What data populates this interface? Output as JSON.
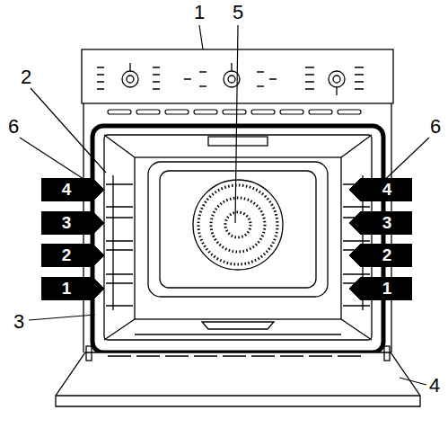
{
  "diagram": {
    "nodes": [
      {
        "text": [
          "4"
        ]
      },
      {
        "text": [
          "4"
        ]
      },
      {
        "text": [
          "3"
        ]
      },
      {
        "text": [
          "3"
        ]
      },
      {
        "text": [
          "2"
        ]
      },
      {
        "text": [
          "2"
        ]
      },
      {
        "text": [
          "1"
        ]
      },
      {
        "text": [
          "1"
        ]
      }
    ],
    "labels": [
      "1",
      "5",
      "2",
      "6",
      "6",
      "3",
      "4"
    ]
  }
}
